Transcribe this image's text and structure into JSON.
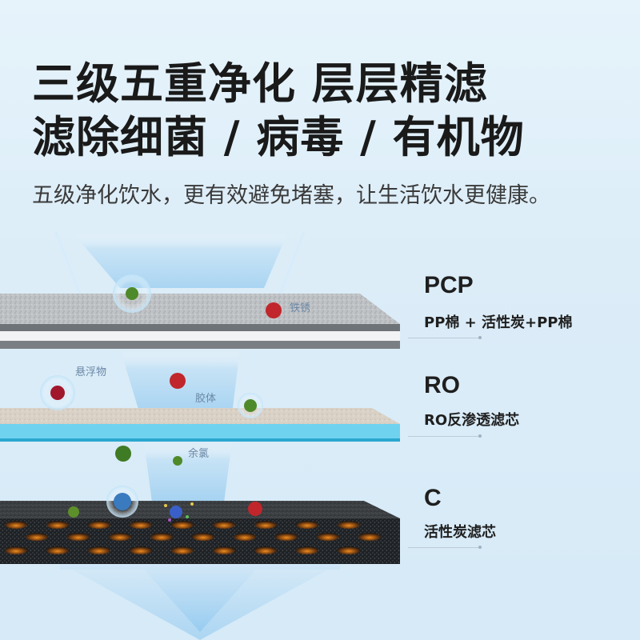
{
  "headline": {
    "line1": "三级五重净化  层层精滤",
    "line2": "滤除细菌 / 病毒 / 有机物"
  },
  "subtitle": "五级净化饮水，更有效避免堵塞，让生活饮水更健康。",
  "contaminant_labels": {
    "iron_rust": "铁锈",
    "suspended": "悬浮物",
    "colloid": "胶体",
    "chlorine": "余氯"
  },
  "layers": [
    {
      "name": "PCP",
      "desc": "PP棉 + 活性炭+PP棉"
    },
    {
      "name": "RO",
      "desc": "RO反渗透滤芯"
    },
    {
      "name": "C",
      "desc": "活性炭滤芯"
    }
  ],
  "colors": {
    "water_beam": "#a9d6f3",
    "ro_blue": "#6fd3f0",
    "germ_red": "#c0262b",
    "germ_green": "#4f8a2a"
  }
}
